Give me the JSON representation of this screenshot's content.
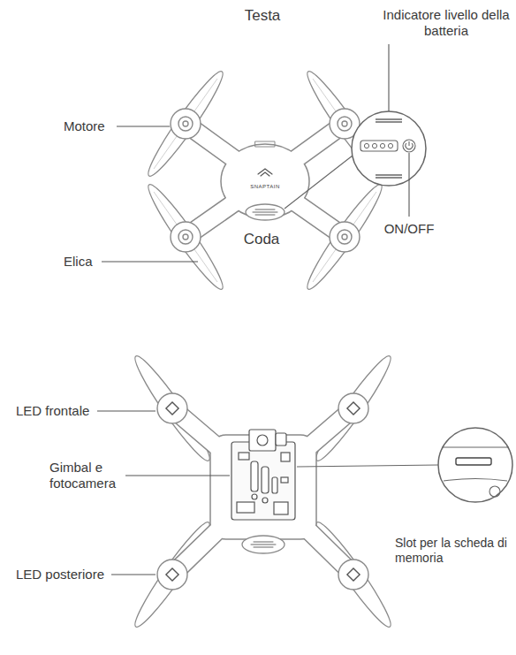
{
  "diagram": {
    "labels": [
      "Testa",
      "Motore",
      "Indicatore livello della batteria",
      "SNAPTAIN",
      "ON/OFF",
      "Coda",
      "Elica",
      "LED frontale",
      "Gimbal e fotocamera",
      "Slot per la scheda di memoria",
      "LED posteriore"
    ]
  }
}
